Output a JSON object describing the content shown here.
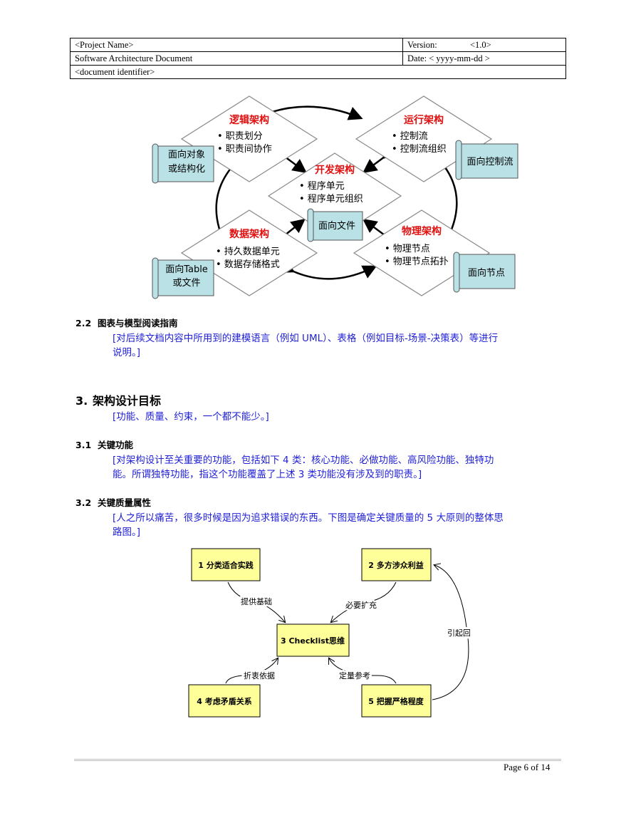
{
  "header": {
    "project_name": "<Project Name>",
    "version_label": "Version:",
    "version_value": "<1.0>",
    "doc_title": "Software Architecture Document",
    "date_label": "Date:  < yyyy-mm-dd >",
    "doc_identifier": "<document identifier>"
  },
  "arch_diagram": {
    "logic": {
      "title": "逻辑架构",
      "items": [
        "• 职责划分",
        "• 职责间协作"
      ],
      "scroll": [
        "面向对象",
        "或结构化"
      ]
    },
    "runtime": {
      "title": "运行架构",
      "items": [
        "• 控制流",
        "• 控制流组织"
      ],
      "scroll": [
        "面向控制流"
      ]
    },
    "dev": {
      "title": "开发架构",
      "items": [
        "• 程序单元",
        "• 程序单元组织"
      ],
      "scroll": [
        "面向文件"
      ]
    },
    "data": {
      "title": "数据架构",
      "items": [
        "• 持久数据单元",
        "• 数据存储格式"
      ],
      "scroll": [
        "面向Table",
        "或文件"
      ]
    },
    "physical": {
      "title": "物理架构",
      "items": [
        "• 物理节点",
        "• 物理节点拓扑"
      ],
      "scroll": [
        "面向节点"
      ]
    }
  },
  "section_2_2": {
    "number": "2.2",
    "title": "图表与模型阅读指南",
    "body_line1": "[对后续文档内容中所用到的建模语言（例如 UML）、表格（例如目标-场景-决策表）等进行",
    "body_line2": "说明。]"
  },
  "section_3": {
    "number": "3.",
    "title": "架构设计目标",
    "body": "[功能、质量、约束，一个都不能少。]"
  },
  "section_3_1": {
    "number": "3.1",
    "title": "关键功能",
    "body_line1": "[对架构设计至关重要的功能，包括如下 4 类：核心功能、必做功能、高风险功能、独特功",
    "body_line2": "能。所谓独特功能，指这个功能覆盖了上述 3 类功能没有涉及到的职责。]"
  },
  "section_3_2": {
    "number": "3.2",
    "title": "关键质量属性",
    "body_line1": "[人之所以痛苦，很多时候是因为追求错误的东西。下图是确定关键质量的 5 大原则的整体思",
    "body_line2": "路图。]"
  },
  "flow_diagram": {
    "box1": "1 分类适合实践",
    "box2": "2 多方涉众利益",
    "box3": "3 Checklist思维",
    "box4": "4 考虑矛盾关系",
    "box5": "5 把握严格程度",
    "edge1": "提供基础",
    "edge2": "必要扩充",
    "edge4": "折衷依据",
    "edge5": "定量参考",
    "edge_loop": "引起回溯"
  },
  "footer": {
    "page": "Page 6 of 14"
  }
}
